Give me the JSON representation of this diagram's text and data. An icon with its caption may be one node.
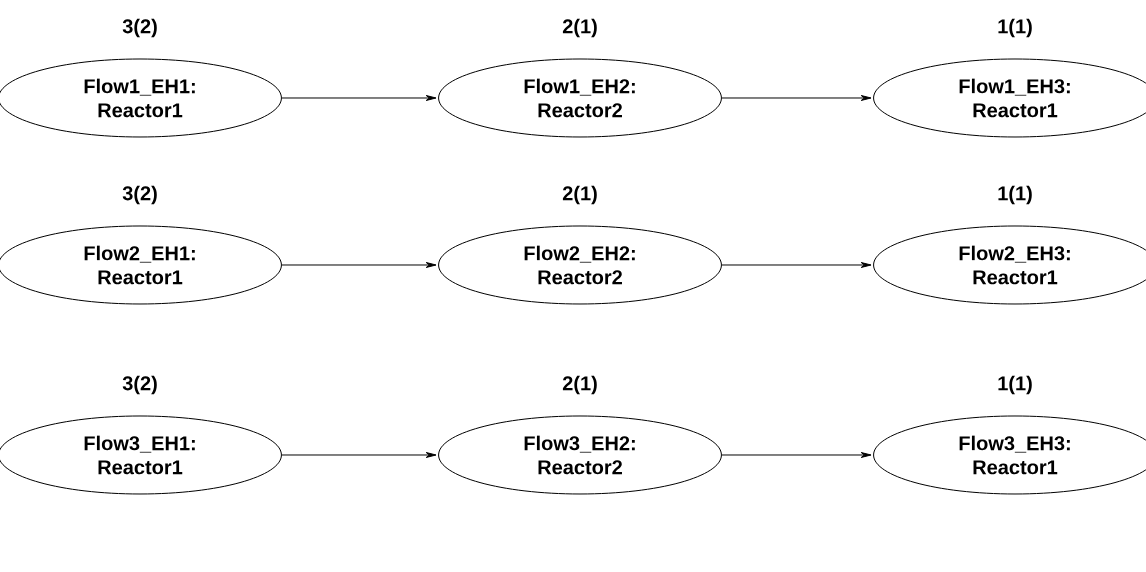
{
  "diagram": {
    "nodes": [
      {
        "text": [
          "Flow1_EH1: Reactor1"
        ],
        "beside": [
          "3(2)"
        ]
      },
      {
        "text": [
          "Flow1_EH2: Reactor2"
        ],
        "beside": [
          "2(1)"
        ]
      },
      {
        "text": [
          "Flow1_EH3: Reactor1"
        ],
        "beside": [
          "1(1)"
        ]
      },
      {
        "text": [
          "Flow2_EH1: Reactor1"
        ],
        "beside": [
          "3(2)"
        ]
      },
      {
        "text": [
          "Flow2_EH2: Reactor2"
        ],
        "beside": [
          "2(1)"
        ]
      },
      {
        "text": [
          "Flow2_EH3: Reactor1"
        ],
        "beside": [
          "1(1)"
        ]
      },
      {
        "text": [
          "Flow3_EH1: Reactor1"
        ],
        "beside": [
          "3(2)"
        ]
      },
      {
        "text": [
          "Flow3_EH2: Reactor2"
        ],
        "beside": [
          "2(1)"
        ]
      },
      {
        "text": [
          "Flow3_EH3: Reactor1"
        ],
        "beside": [
          "1(1)"
        ]
      }
    ],
    "edges": [
      {
        "from": 0,
        "to": 1,
        "arrow": "to"
      },
      {
        "from": 1,
        "to": 2,
        "arrow": "to"
      },
      {
        "from": 3,
        "to": 4,
        "arrow": "to"
      },
      {
        "from": 4,
        "to": 5,
        "arrow": "to"
      },
      {
        "from": 6,
        "to": 7,
        "arrow": "to"
      },
      {
        "from": 7,
        "to": 8,
        "arrow": "to"
      }
    ]
  }
}
